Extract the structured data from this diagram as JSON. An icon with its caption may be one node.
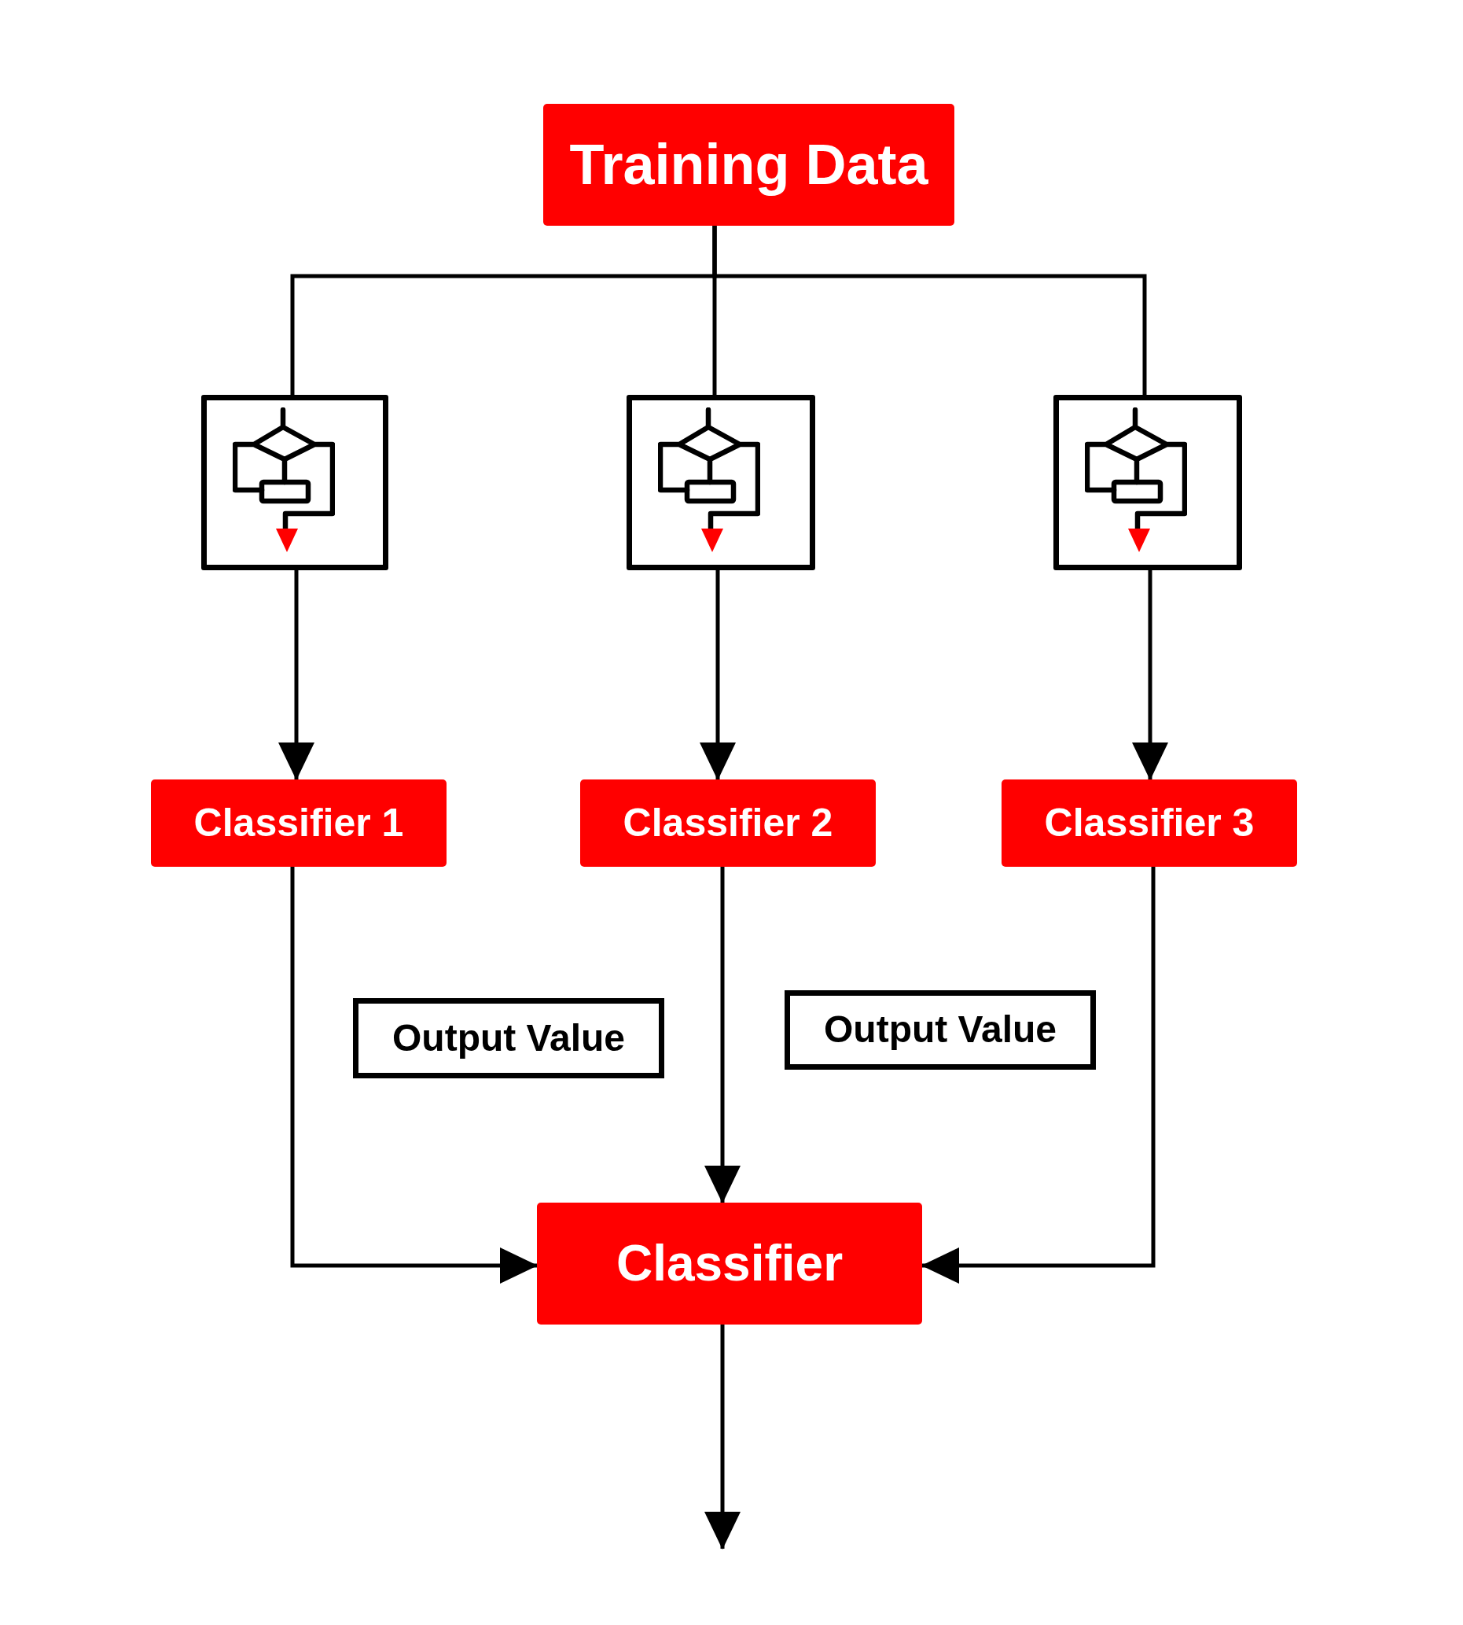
{
  "diagram": {
    "nodes": [
      {
        "text": [
          "Training Data"
        ]
      },
      {
        "text": [],
        "shape": "picture"
      },
      {
        "text": [],
        "shape": "picture"
      },
      {
        "text": [],
        "shape": "picture"
      },
      {
        "text": [
          "Classifier 1"
        ]
      },
      {
        "text": [
          "Classifier 2"
        ]
      },
      {
        "text": [
          "Classifier 3"
        ]
      },
      {
        "text": [
          "Output Value"
        ]
      },
      {
        "text": [
          "Output Value"
        ]
      },
      {
        "text": [
          "Classifier"
        ]
      }
    ],
    "edges": [
      {
        "from": 0,
        "to": 1,
        "arrow": "none"
      },
      {
        "from": 0,
        "to": 2,
        "arrow": "none"
      },
      {
        "from": 0,
        "to": 3,
        "arrow": "none"
      },
      {
        "from": 1,
        "to": 4,
        "arrow": "to"
      },
      {
        "from": 2,
        "to": 5,
        "arrow": "to"
      },
      {
        "from": 3,
        "to": 6,
        "arrow": "to"
      },
      {
        "from": 4,
        "to": 9,
        "arrow": "to"
      },
      {
        "from": 5,
        "to": 9,
        "arrow": "to"
      },
      {
        "from": 6,
        "to": 9,
        "arrow": "to"
      },
      {
        "from": 9,
        "to": null,
        "arrow": "to"
      }
    ]
  }
}
